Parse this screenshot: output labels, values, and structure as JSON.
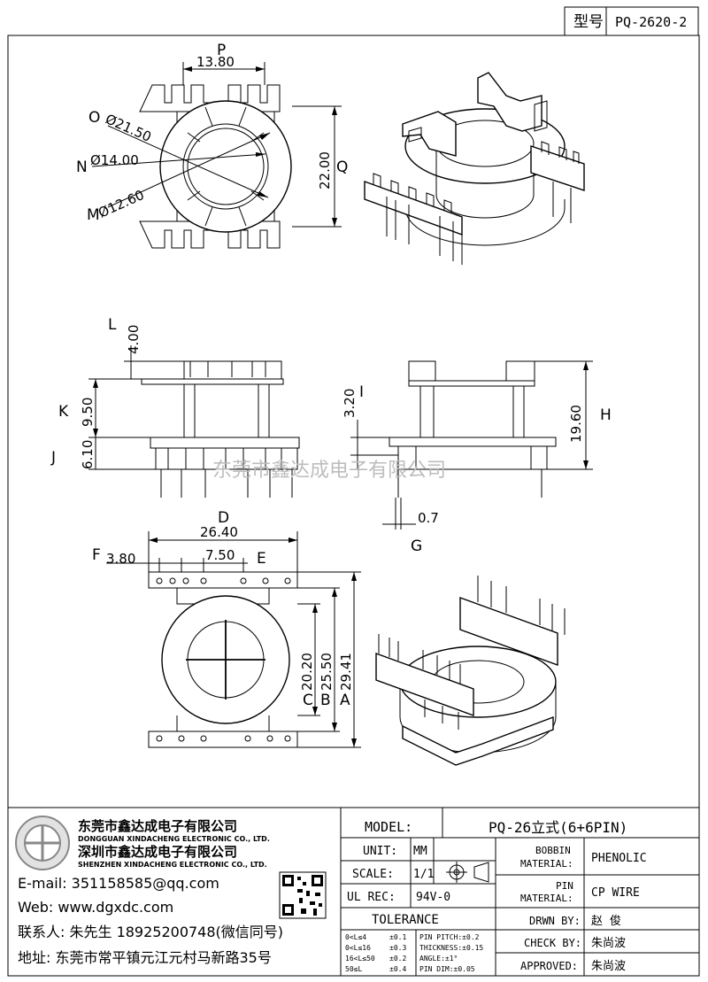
{
  "header": {
    "type_label": "型号",
    "part_number": "PQ-2620-2"
  },
  "dimensions": {
    "P": "P",
    "P_val": "13.80",
    "O": "O",
    "O_val": "Ø21.50",
    "N": "N",
    "N_val": "Ø14.00",
    "M": "M",
    "M_val": "Ø12.60",
    "Q": "Q",
    "Q_val": "22.00",
    "L": "L",
    "L_val": "4.00",
    "K": "K",
    "K_val": "9.50",
    "J": "J",
    "J_val": "6.10",
    "I": "I",
    "I_val": "3.20",
    "H": "H",
    "H_val": "19.60",
    "G": "G",
    "G_val": "0.7",
    "D": "D",
    "D_val": "26.40",
    "F": "F",
    "F_val": "3.80",
    "E": "E",
    "E_val": "7.50",
    "C": "C",
    "C_val": "20.20",
    "B": "B",
    "B_val": "25.50",
    "A": "A",
    "A_val": "29.41"
  },
  "watermark": "东莞市鑫达成电子有限公司",
  "company": {
    "name_dg": "东莞市鑫达成电子有限公司",
    "name_dg_en": "DONGGUAN XINDACHENG ELECTRONIC CO., LTD.",
    "name_sz": "深圳市鑫达成电子有限公司",
    "name_sz_en": "SHENZHEN XINDACHENG ELECTRONIC CO., LTD.",
    "email": "E-mail: 351158585@qq.com",
    "web": "Web: www.dgxdc.com",
    "contact": "联系人: 朱先生 18925200748(微信同号)",
    "address": "地址: 东莞市常平镇元江元村马新路35号"
  },
  "title_block": {
    "model_label": "MODEL:",
    "model_value": "PQ-26立式(6+6PIN)",
    "unit_label": "UNIT:",
    "unit_value": "MM",
    "scale_label": "SCALE:",
    "scale_value": "1/1",
    "ul_label": "UL REC:",
    "ul_value": "94V-0",
    "bobbin_label_1": "BOBBIN",
    "bobbin_label_2": "MATERIAL:",
    "bobbin_value": "PHENOLIC",
    "pin_label_1": "PIN",
    "pin_label_2": "MATERIAL:",
    "pin_value": "CP WIRE",
    "tolerance_label": "TOLERANCE",
    "drawn_label": "DRWN BY:",
    "drawn_value": "赵 俊",
    "check_label": "CHECK BY:",
    "check_value": "朱尚波",
    "approved_label": "APPROVED:",
    "approved_value": "朱尚波",
    "tol_rows": [
      [
        "0<L≤4",
        "±0.1",
        "PIN PITCH:±0.2"
      ],
      [
        "0<L≤16",
        "±0.3",
        "THICKNESS:±0.15"
      ],
      [
        "16<L≤50",
        "±0.2",
        "ANGLE:±1°"
      ],
      [
        "50≤L",
        "±0.4",
        "PIN DIM:±0.05"
      ]
    ]
  }
}
